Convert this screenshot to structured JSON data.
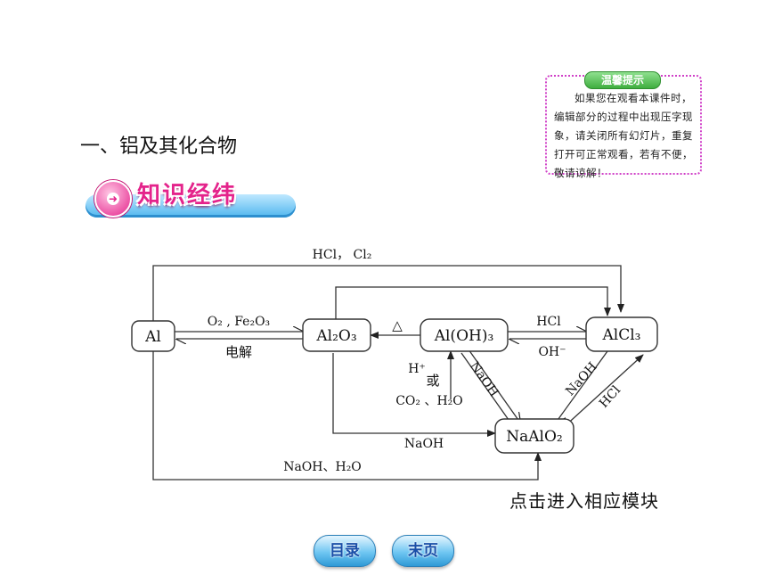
{
  "tip": {
    "badge": "温馨提示",
    "text": "如果您在观看本课件时，编辑部分的过程中出现压字现象，请关闭所有幻灯片，重复打开可正常观看，若有不便，敬请谅解！"
  },
  "section_title": "一、铝及其化合物",
  "banner_text": "知识经纬",
  "diagram": {
    "nodes": {
      "al": "Al",
      "al2o3": "Al₂O₃",
      "aloh3": "Al(OH)₃",
      "alcl3": "AlCl₃",
      "naalo2": "NaAlO₂"
    },
    "labels": {
      "top": "HCl， Cl₂",
      "o2_fe2o3": "O₂ , Fe₂O₃",
      "electrolysis": "电解",
      "heat": "△",
      "hcl_forward": "HCl",
      "oh_minus": "OH⁻",
      "h_plus": "H⁺",
      "or": "或",
      "co2_h2o": "CO₂ 、H₂O",
      "naoh_diag1": "NaOH",
      "naoh_diag2": "NaOH",
      "hcl_diag": "HCl",
      "naoh_mid": "NaOH",
      "naoh_h2o": "NaOH、H₂O"
    }
  },
  "enter_text": "点击进入相应模块",
  "nav": {
    "toc": "目录",
    "last": "末页"
  }
}
